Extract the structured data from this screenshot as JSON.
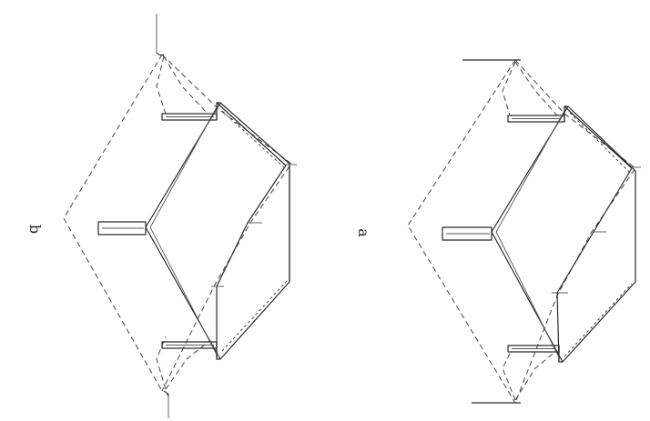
{
  "figure": {
    "panels": [
      {
        "id": "b",
        "label": "b"
      },
      {
        "id": "a",
        "label": "a"
      }
    ]
  }
}
